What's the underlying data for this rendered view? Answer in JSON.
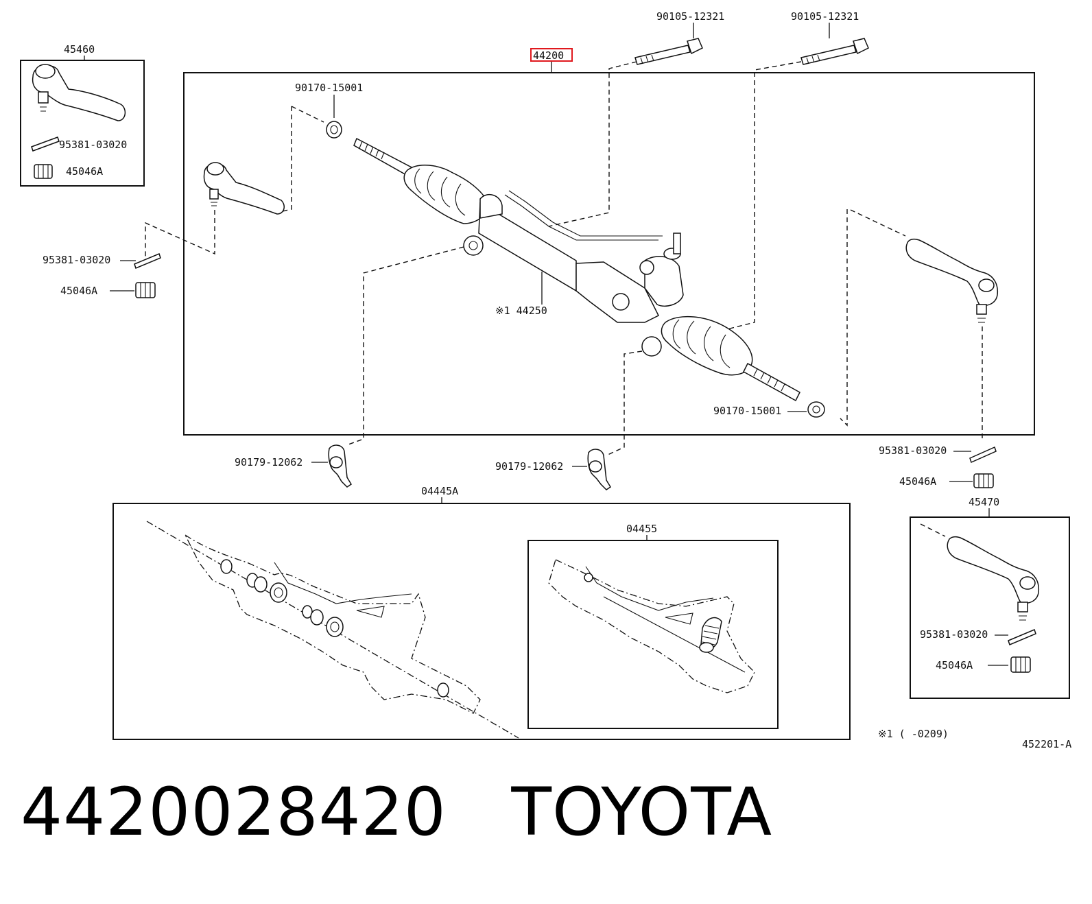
{
  "diagram": {
    "main_assembly": "44200",
    "labels": {
      "bolt_1": "90105-12321",
      "bolt_2": "90105-12321",
      "end_left_boxed": "45460",
      "pin_left_boxed": "95381-03020",
      "nut_left_boxed": "45046A",
      "nut_top_left": "90170-15001",
      "pin_left": "95381-03020",
      "nut_left": "45046A",
      "rack_housing": "※1 44250",
      "nut_right": "90170-15001",
      "bracket_1": "90179-12062",
      "bracket_2": "90179-12062",
      "pin_right": "95381-03020",
      "nut_right_outer": "45046A",
      "end_right_boxed": "45470",
      "pin_right_boxed": "95381-03020",
      "nut_right_boxed": "45046A",
      "gasket_kit": "04445A",
      "seal_kit": "04455",
      "footnote": "※1 (      -0209)",
      "figure_code": "452201-A"
    },
    "highlight_color": "#e0191e"
  },
  "caption": {
    "part_number": "4420028420",
    "brand": "TOYOTA"
  }
}
